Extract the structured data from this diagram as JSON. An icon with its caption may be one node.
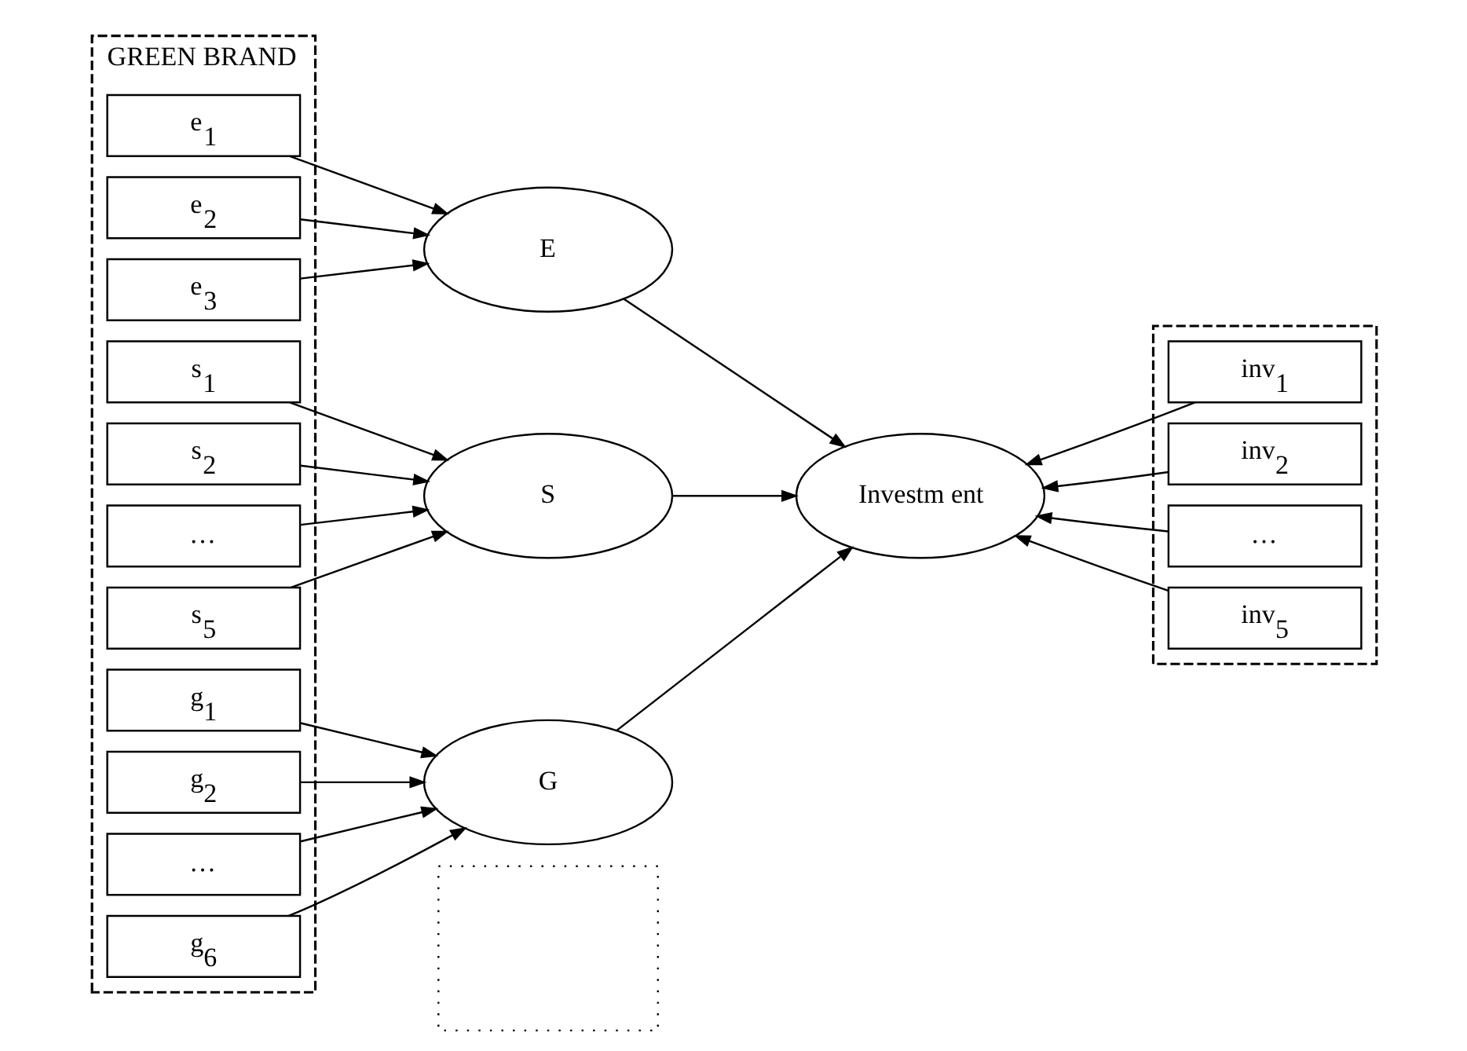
{
  "diagram": {
    "nodes": [
      {
        "text": [
          "GREEN BRAND"
        ]
      },
      {
        "text": [],
        "shape": "box"
      },
      {
        "text": [],
        "shape": "box"
      },
      {
        "text": [
          "e$_{1}$"
        ],
        "in": 0
      },
      {
        "text": [
          "e$_{2}$"
        ],
        "in": 0
      },
      {
        "text": [
          "e$_{3}$"
        ],
        "in": 0
      },
      {
        "text": [
          "s$_{1}$"
        ],
        "in": 0
      },
      {
        "text": [
          "s$_{2}$"
        ],
        "in": 0
      },
      {
        "text": [
          "…"
        ],
        "in": 0
      },
      {
        "text": [
          "s$_{5}$"
        ],
        "in": 0
      },
      {
        "text": [
          "g$_{1}$"
        ],
        "in": 0
      },
      {
        "text": [
          "g$_{2}$"
        ],
        "in": 0
      },
      {
        "text": [
          "…"
        ],
        "in": 0
      },
      {
        "text": [
          "g$_{6}$"
        ],
        "in": 0
      },
      {
        "text": [
          "E"
        ]
      },
      {
        "text": [
          "S"
        ]
      },
      {
        "text": [
          "G"
        ]
      },
      {
        "text": [
          "Investm ent"
        ]
      },
      {
        "text": [
          "inv$_{1}$"
        ],
        "in": 2
      },
      {
        "text": [
          "inv$_{2}$"
        ],
        "in": 2
      },
      {
        "text": [
          "…"
        ],
        "in": 2
      },
      {
        "text": [
          "inv$_{5}$"
        ],
        "in": 2
      }
    ],
    "edges": [
      {
        "from": 3,
        "to": 14,
        "arrow": "to"
      },
      {
        "from": 4,
        "to": 14,
        "arrow": "to"
      },
      {
        "from": 5,
        "to": 14,
        "arrow": "to"
      },
      {
        "from": 6,
        "to": 15,
        "arrow": "to"
      },
      {
        "from": 7,
        "to": 15,
        "arrow": "to"
      },
      {
        "from": 8,
        "to": 15,
        "arrow": "to"
      },
      {
        "from": 9,
        "to": 15,
        "arrow": "to"
      },
      {
        "from": 10,
        "to": 16,
        "arrow": "to"
      },
      {
        "from": 11,
        "to": 16,
        "arrow": "to"
      },
      {
        "from": 12,
        "to": 16,
        "arrow": "to"
      },
      {
        "from": 13,
        "to": 16,
        "arrow": "to"
      },
      {
        "from": 14,
        "to": 17,
        "arrow": "to"
      },
      {
        "from": 15,
        "to": 17,
        "arrow": "to"
      },
      {
        "from": 16,
        "to": 17,
        "arrow": "to"
      },
      {
        "from": 18,
        "to": 17,
        "arrow": "to"
      },
      {
        "from": 19,
        "to": 17,
        "arrow": "to"
      },
      {
        "from": 20,
        "to": 17,
        "arrow": "to"
      },
      {
        "from": 21,
        "to": 17,
        "arrow": "to"
      }
    ]
  }
}
